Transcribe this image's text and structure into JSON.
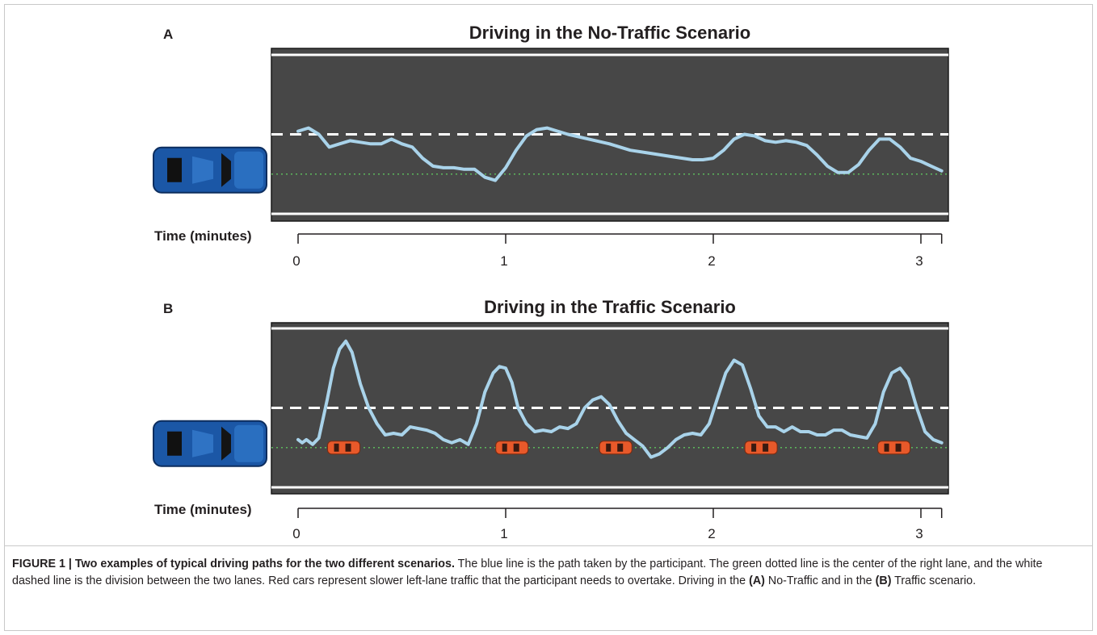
{
  "chart_data": [
    {
      "type": "line",
      "panel_letter": "A",
      "title": "Driving in the No-Traffic Scenario",
      "xlabel": "Time (minutes)",
      "xticks": [
        "0",
        "1",
        "2",
        "3"
      ],
      "xlim": [
        0,
        3.1
      ],
      "lanes": {
        "left_lane_center": 0.75,
        "lane_divider": 0.5,
        "right_lane_center": 0.25
      },
      "colors": {
        "road": "#474747",
        "path": "#a9d3ea",
        "center_line": "#5cb85c",
        "divider": "#ffffff",
        "edge": "#ffffff"
      },
      "series": [
        {
          "x": [
            0,
            0.05,
            0.1,
            0.15,
            0.2,
            0.25,
            0.3,
            0.35,
            0.4,
            0.45,
            0.5,
            0.55,
            0.6,
            0.65,
            0.7,
            0.75,
            0.8,
            0.85,
            0.9,
            0.95,
            1.0,
            1.05,
            1.1,
            1.15,
            1.2,
            1.25,
            1.3,
            1.4,
            1.5,
            1.6,
            1.7,
            1.8,
            1.9,
            1.95,
            2.0,
            2.05,
            2.1,
            2.15,
            2.2,
            2.25,
            2.3,
            2.35,
            2.4,
            2.45,
            2.5,
            2.55,
            2.6,
            2.65,
            2.7,
            2.75,
            2.8,
            2.85,
            2.9,
            2.95,
            3.0,
            3.05,
            3.1
          ],
          "y": [
            0.52,
            0.54,
            0.5,
            0.42,
            0.44,
            0.46,
            0.45,
            0.44,
            0.44,
            0.47,
            0.44,
            0.42,
            0.35,
            0.3,
            0.29,
            0.29,
            0.28,
            0.28,
            0.23,
            0.21,
            0.29,
            0.4,
            0.49,
            0.53,
            0.54,
            0.52,
            0.5,
            0.47,
            0.44,
            0.4,
            0.38,
            0.36,
            0.34,
            0.34,
            0.35,
            0.4,
            0.47,
            0.5,
            0.49,
            0.46,
            0.45,
            0.46,
            0.45,
            0.43,
            0.37,
            0.3,
            0.26,
            0.26,
            0.31,
            0.4,
            0.47,
            0.47,
            0.42,
            0.35,
            0.33,
            0.3,
            0.27
          ]
        }
      ]
    },
    {
      "type": "line",
      "panel_letter": "B",
      "title": "Driving in the Traffic Scenario",
      "xlabel": "Time (minutes)",
      "xticks": [
        "0",
        "1",
        "2",
        "3"
      ],
      "xlim": [
        0,
        3.1
      ],
      "lanes": {
        "left_lane_center": 0.75,
        "lane_divider": 0.5,
        "right_lane_center": 0.25
      },
      "colors": {
        "road": "#474747",
        "path": "#a9d3ea",
        "center_line": "#5cb85c",
        "divider": "#ffffff",
        "edge": "#ffffff",
        "traffic_car": "#e8592a"
      },
      "traffic_cars_x": [
        0.22,
        1.03,
        1.53,
        2.23,
        2.87
      ],
      "series": [
        {
          "x": [
            0,
            0.02,
            0.04,
            0.07,
            0.1,
            0.14,
            0.17,
            0.2,
            0.23,
            0.26,
            0.3,
            0.34,
            0.38,
            0.42,
            0.46,
            0.5,
            0.54,
            0.58,
            0.62,
            0.66,
            0.7,
            0.74,
            0.78,
            0.82,
            0.86,
            0.9,
            0.94,
            0.97,
            1.0,
            1.03,
            1.06,
            1.1,
            1.14,
            1.18,
            1.22,
            1.26,
            1.3,
            1.34,
            1.38,
            1.42,
            1.46,
            1.5,
            1.54,
            1.58,
            1.62,
            1.66,
            1.7,
            1.74,
            1.78,
            1.82,
            1.86,
            1.9,
            1.94,
            1.98,
            2.02,
            2.06,
            2.1,
            2.14,
            2.18,
            2.22,
            2.26,
            2.3,
            2.34,
            2.38,
            2.42,
            2.46,
            2.5,
            2.54,
            2.58,
            2.62,
            2.66,
            2.7,
            2.74,
            2.78,
            2.82,
            2.86,
            2.9,
            2.94,
            2.98,
            3.02,
            3.06,
            3.1
          ],
          "y": [
            0.3,
            0.28,
            0.3,
            0.27,
            0.31,
            0.55,
            0.75,
            0.87,
            0.92,
            0.85,
            0.65,
            0.5,
            0.4,
            0.33,
            0.34,
            0.33,
            0.38,
            0.37,
            0.36,
            0.34,
            0.3,
            0.28,
            0.3,
            0.27,
            0.4,
            0.6,
            0.72,
            0.76,
            0.75,
            0.66,
            0.5,
            0.4,
            0.35,
            0.36,
            0.35,
            0.38,
            0.37,
            0.4,
            0.5,
            0.55,
            0.57,
            0.52,
            0.42,
            0.34,
            0.3,
            0.26,
            0.19,
            0.21,
            0.25,
            0.3,
            0.33,
            0.34,
            0.33,
            0.4,
            0.56,
            0.72,
            0.8,
            0.77,
            0.62,
            0.45,
            0.38,
            0.38,
            0.35,
            0.38,
            0.35,
            0.35,
            0.33,
            0.33,
            0.36,
            0.36,
            0.33,
            0.32,
            0.31,
            0.4,
            0.6,
            0.72,
            0.75,
            0.68,
            0.5,
            0.35,
            0.3,
            0.28
          ]
        }
      ]
    }
  ],
  "caption": {
    "lead": "FIGURE 1 | Two examples of typical driving paths for the two different scenarios.",
    "body1": " The blue line is the path taken by the participant. The green dotted line is the center of the right lane, and the white dashed line is the division between the two lanes. Red cars represent slower left-lane traffic that the participant needs to overtake. Driving in the ",
    "ref_a": "(A)",
    "body2": " No-Traffic and in the ",
    "ref_b": "(B)",
    "body3": " Traffic scenario."
  }
}
